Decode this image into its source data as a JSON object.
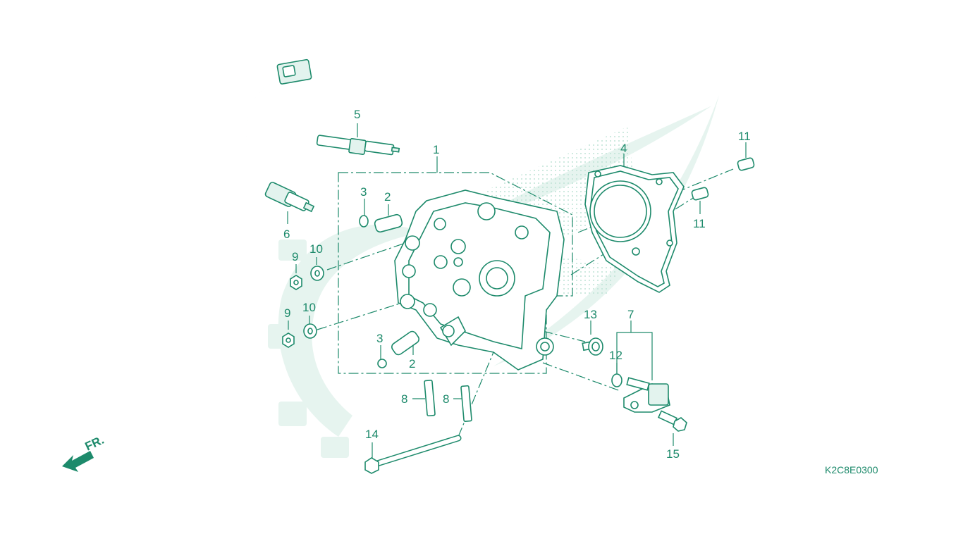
{
  "diagram": {
    "drawing_code": "K2C8E0300",
    "front_indicator": "FR.",
    "callouts": {
      "c1": "1",
      "c2a": "2",
      "c2b": "2",
      "c3a": "3",
      "c3b": "3",
      "c4": "4",
      "c5": "5",
      "c6": "6",
      "c7": "7",
      "c8a": "8",
      "c8b": "8",
      "c9a": "9",
      "c9b": "9",
      "c10a": "10",
      "c10b": "10",
      "c11a": "11",
      "c11b": "11",
      "c12": "12",
      "c13": "13",
      "c14": "14",
      "c15": "15"
    },
    "colors": {
      "line": "#1d8a6b",
      "watermark": "#e6f4ef",
      "background": "#ffffff"
    }
  }
}
